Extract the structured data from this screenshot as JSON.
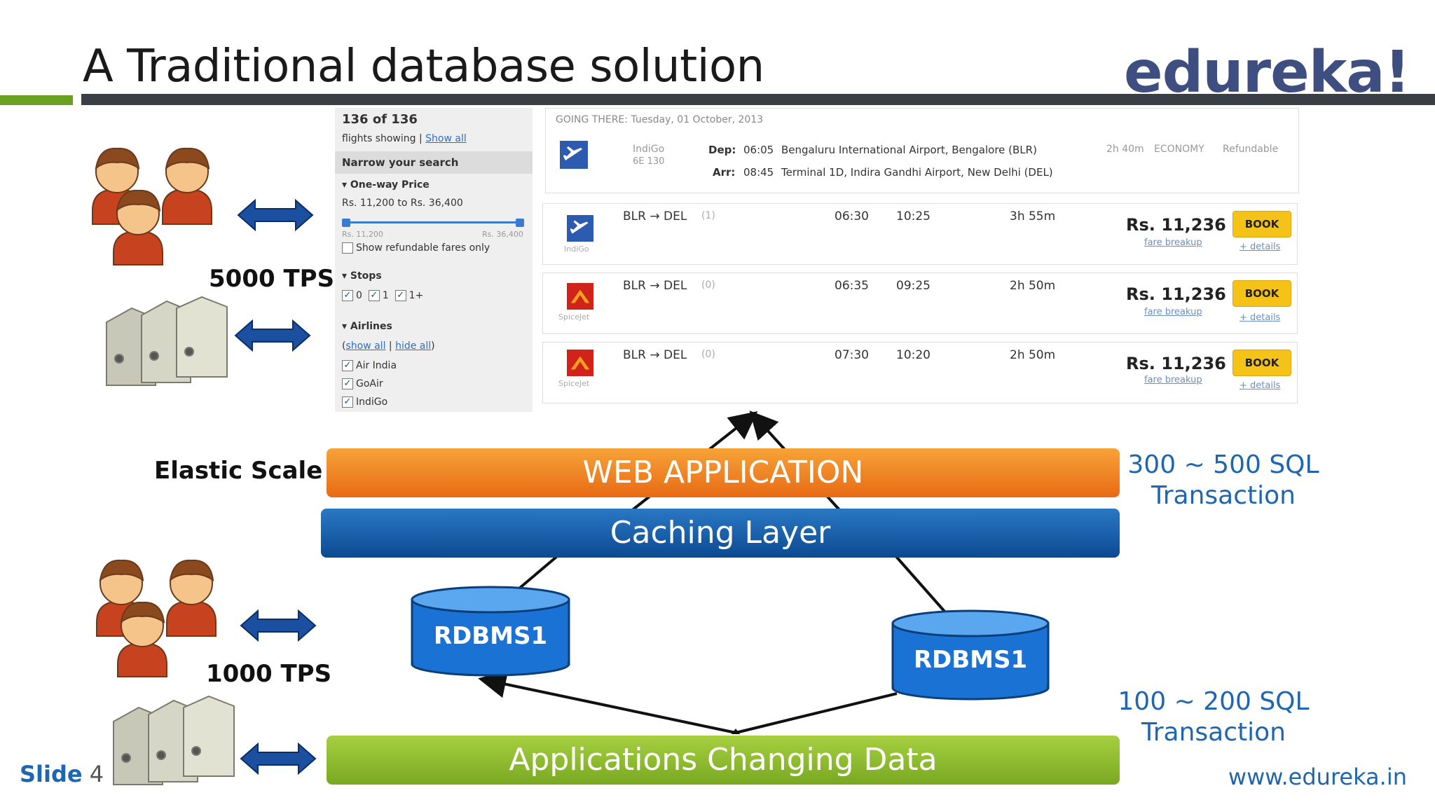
{
  "slide_title": "A Traditional database solution",
  "logo_text": "edureka!",
  "footer": {
    "slide_label": "Slide",
    "slide_number": "4",
    "url": "www.edureka.in"
  },
  "search_panel": {
    "count": "136 of 136",
    "showing": "flights showing |",
    "show_all": "Show all",
    "narrow": "Narrow your search",
    "price_header": "One-way Price",
    "price_range": "Rs. 11,200 to Rs. 36,400",
    "price_min": "Rs. 11,200",
    "price_max": "Rs. 36,400",
    "refundable": "Show refundable fares only",
    "stops_header": "Stops",
    "stops": [
      "0",
      "1",
      "1+"
    ],
    "airlines_header": "Airlines",
    "airlines_show_all": "show all",
    "airlines_hide_all": "hide all",
    "airlines": [
      "Air India",
      "GoAir",
      "IndiGo"
    ]
  },
  "going_there": {
    "label": "GOING THERE: Tuesday, 01 October, 2013",
    "airline": "IndiGo",
    "code": "6E 130",
    "dep_label": "Dep:",
    "dep_time": "06:05",
    "dep_place": "Bengaluru International Airport, Bengalore (BLR)",
    "arr_label": "Arr:",
    "arr_time": "08:45",
    "arr_place": "Terminal 1D, Indira Gandhi Airport, New Delhi (DEL)",
    "duration": "2h 40m",
    "class": "ECONOMY",
    "refund": "Refundable"
  },
  "flights": [
    {
      "route": "BLR → DEL",
      "stops": "(1)",
      "airline": "IndiGo",
      "dep": "06:30",
      "arr": "10:25",
      "duration": "3h 55m",
      "price": "Rs. 11,236",
      "fare": "fare breakup",
      "book": "BOOK",
      "details": "+ details",
      "color": "#2d5bb0"
    },
    {
      "route": "BLR → DEL",
      "stops": "(0)",
      "airline": "SpiceJet",
      "dep": "06:35",
      "arr": "09:25",
      "duration": "2h 50m",
      "price": "Rs. 11,236",
      "fare": "fare breakup",
      "book": "BOOK",
      "details": "+ details",
      "color": "#d0241b"
    },
    {
      "route": "BLR → DEL",
      "stops": "(0)",
      "airline": "SpiceJet",
      "dep": "07:30",
      "arr": "10:20",
      "duration": "2h 50m",
      "price": "Rs. 11,236",
      "fare": "fare breakup",
      "book": "BOOK",
      "details": "+ details",
      "color": "#d0241b"
    }
  ],
  "diagram": {
    "tps_top": "5000 TPS",
    "tps_bottom": "1000 TPS",
    "elastic": "Elastic Scale",
    "web_app": "WEB APPLICATION",
    "caching": "Caching Layer",
    "db_left": "RDBMS1",
    "db_right": "RDBMS1",
    "apps": "Applications Changing Data",
    "sql_top_1": "300 ~ 500 SQL",
    "sql_top_2": "Transaction",
    "sql_bottom_1": "100 ~ 200 SQL",
    "sql_bottom_2": "Transaction"
  },
  "colors": {
    "accent_blue": "#1f66b1",
    "web_orange": "#e86a14",
    "cache_blue": "#0c4a92",
    "apps_green": "#79a821",
    "db_blue": "#1a72d4"
  }
}
